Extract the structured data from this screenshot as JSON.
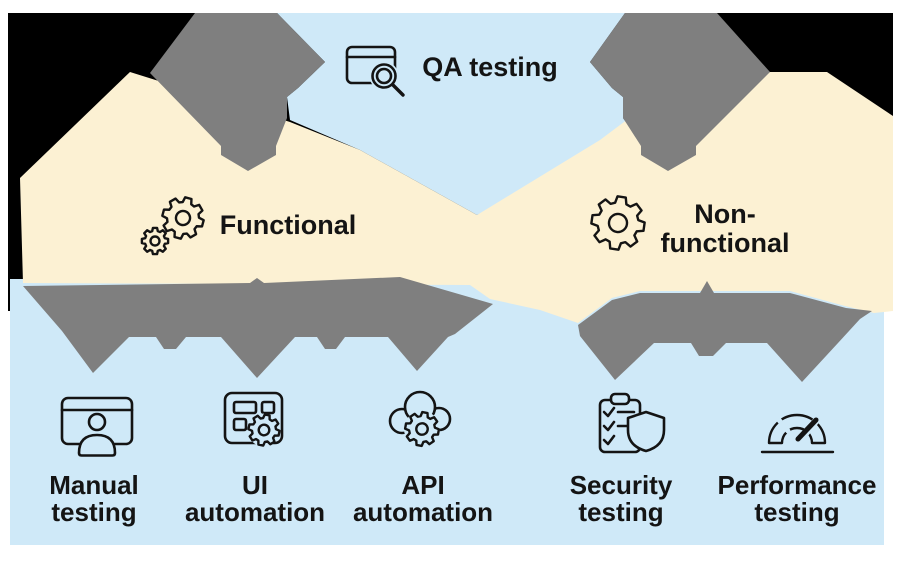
{
  "title": "QA testing types mind map",
  "colors": {
    "page": "#ffffff",
    "canvas": "#000000",
    "region_blue": "#cfe9f8",
    "region_cream": "#fcf1d3",
    "arrow_gray": "#7f7f7f",
    "line": "#141414"
  },
  "root": {
    "label": "QA testing",
    "icon": "browser-search-icon"
  },
  "branches": [
    {
      "label": "Functional",
      "icon": "gears-icon"
    },
    {
      "label_line1": "Non-",
      "label_line2": "functional",
      "icon": "gear-icon"
    }
  ],
  "leaves": [
    {
      "label_line1": "Manual",
      "label_line2": "testing",
      "icon": "browser-user-icon"
    },
    {
      "label_line1": "UI",
      "label_line2": "automation",
      "icon": "window-gear-icon"
    },
    {
      "label_line1": "API",
      "label_line2": "automation",
      "icon": "cloud-gear-icon"
    },
    {
      "label_line1": "Security",
      "label_line2": "testing",
      "icon": "clipboard-shield-icon"
    },
    {
      "label_line1": "Performance",
      "label_line2": "testing",
      "icon": "gauge-icon"
    }
  ]
}
